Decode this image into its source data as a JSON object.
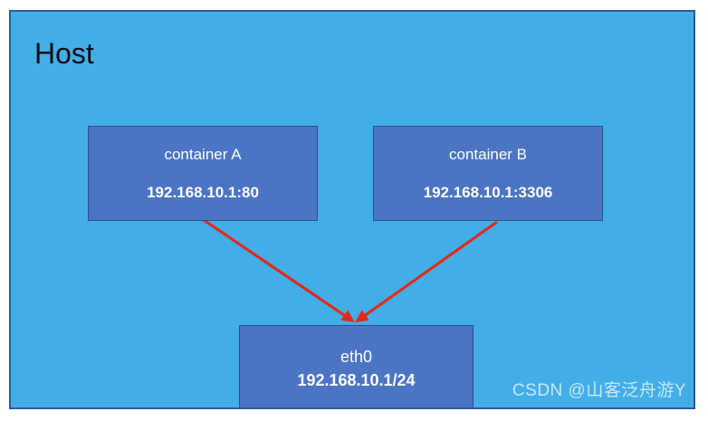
{
  "diagram": {
    "title": "Host",
    "background_color": "#42AEE8",
    "node_color": "#4B74C4",
    "arrow_color": "#E02B19",
    "nodes": [
      {
        "id": "container-a",
        "title": "container A",
        "address": "192.168.10.1:80"
      },
      {
        "id": "container-b",
        "title": "container B",
        "address": "192.168.10.1:3306"
      },
      {
        "id": "eth0",
        "title": "eth0",
        "address": "192.168.10.1/24"
      }
    ]
  },
  "watermark": {
    "text": "CSDN @山客泛舟游Y"
  }
}
